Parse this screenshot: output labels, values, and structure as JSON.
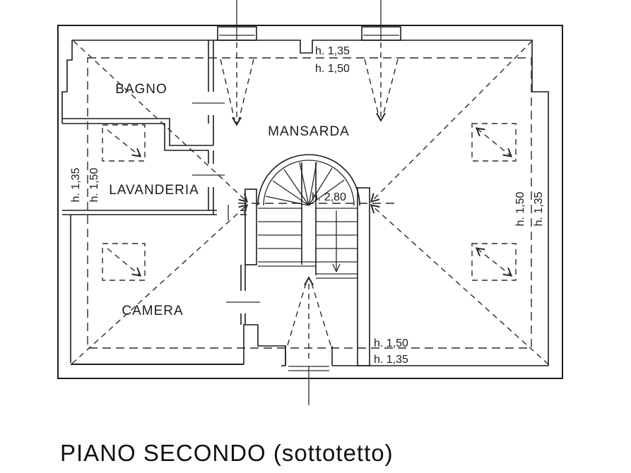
{
  "drawing": {
    "title": "PIANO SECONDO (sottotetto)",
    "rooms": {
      "bagno": "BAGNO",
      "lavanderia": "LAVANDERIA",
      "camera": "CAMERA",
      "mansarda": "MANSARDA"
    },
    "heights": {
      "top_upper": "h. 1,35",
      "top_lower": "h. 1,50",
      "left_outer": "h. 1,35",
      "left_inner": "h. 1,50",
      "right_inner": "h. 1,50",
      "right_outer": "h. 1,35",
      "bottom_upper": "h. 1,50",
      "bottom_lower": "h. 1,35",
      "stairs": "h. 2,80"
    },
    "colors": {
      "line": "#1c1c1c",
      "background": "#ffffff"
    }
  }
}
